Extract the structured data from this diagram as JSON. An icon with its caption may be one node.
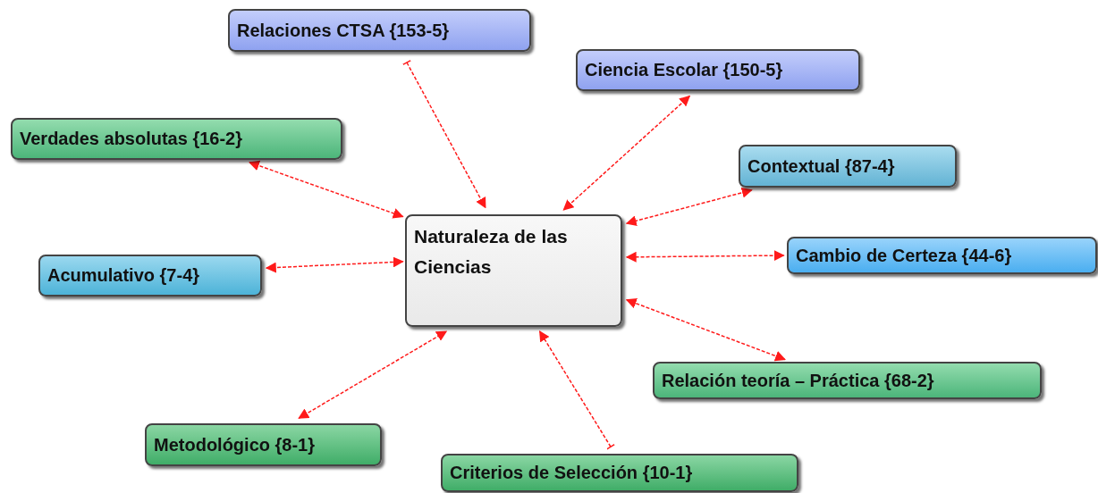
{
  "diagram": {
    "nodes": [
      {
        "text": [
          "Naturaleza de las Ciencias"
        ]
      },
      {
        "text": [
          "Relaciones CTSA {153-5}"
        ]
      },
      {
        "text": [
          "Ciencia Escolar {150-5}"
        ]
      },
      {
        "text": [
          "Verdades absolutas {16-2}"
        ]
      },
      {
        "text": [
          "Contextual {87-4}"
        ]
      },
      {
        "text": [
          "Acumulativo {7-4}"
        ]
      },
      {
        "text": [
          "Cambio de Certeza {44-6}"
        ]
      },
      {
        "text": [
          "Relación teoría – Práctica {68-2}"
        ]
      },
      {
        "text": [
          "Metodológico {8-1}"
        ]
      },
      {
        "text": [
          "Criterios de Selección {10-1}"
        ]
      }
    ],
    "edges": [
      {
        "from": 1,
        "to": 0,
        "arrow": "to",
        "style": "dashed"
      },
      {
        "from": 2,
        "to": 0,
        "arrow": "both",
        "style": "dashed"
      },
      {
        "from": 3,
        "to": 0,
        "arrow": "both",
        "style": "dashed"
      },
      {
        "from": 4,
        "to": 0,
        "arrow": "both",
        "style": "dashed"
      },
      {
        "from": 5,
        "to": 0,
        "arrow": "both",
        "style": "dashed"
      },
      {
        "from": 6,
        "to": 0,
        "arrow": "both",
        "style": "dashed"
      },
      {
        "from": 7,
        "to": 0,
        "arrow": "both",
        "style": "dashed"
      },
      {
        "from": 8,
        "to": 0,
        "arrow": "both",
        "style": "dashed"
      },
      {
        "from": 9,
        "to": 0,
        "arrow": "to",
        "style": "dashed"
      }
    ]
  }
}
